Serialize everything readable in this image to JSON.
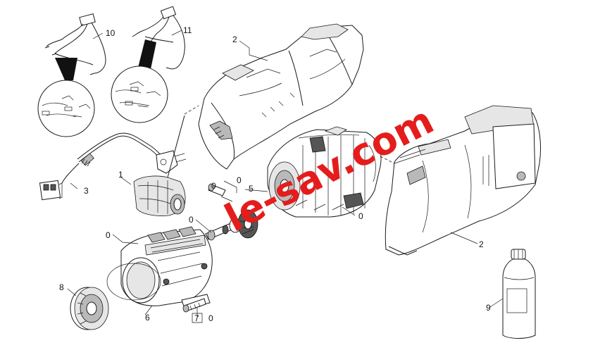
{
  "diagram": {
    "callouts": {
      "c1": "1",
      "c2_top": "2",
      "c2_right": "2",
      "c3": "3",
      "c5": "5",
      "c6": "6",
      "c7": "7",
      "c8": "8",
      "c9": "9",
      "c10": "10",
      "c11": "11",
      "c0_a": "0",
      "c0_b": "0",
      "c0_c": "0",
      "c0_d": "0",
      "c0_e": "0",
      "c0_f": "0"
    },
    "watermark": "le-sav.com",
    "colors": {
      "line": "#1a1a1a",
      "watermark": "#e51c1c",
      "background": "#ffffff"
    }
  }
}
